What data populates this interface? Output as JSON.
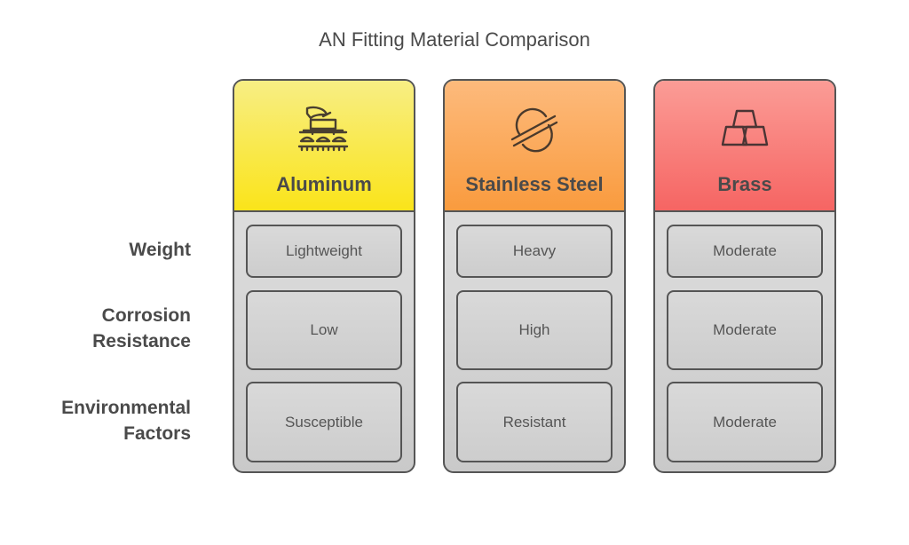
{
  "title": "AN Fitting Material Comparison",
  "row_labels": [
    {
      "line1": "Weight",
      "line2": ""
    },
    {
      "line1": "Corrosion",
      "line2": "Resistance"
    },
    {
      "line1": "Environmental",
      "line2": "Factors"
    }
  ],
  "materials": [
    {
      "name": "Aluminum",
      "icon": "aluminum-machine-icon",
      "header_color_top": "#f8ee84",
      "header_color_bottom": "#fae41a",
      "values": [
        "Lightweight",
        "Low",
        "Susceptible"
      ]
    },
    {
      "name": "Stainless Steel",
      "icon": "steel-orbit-icon",
      "header_color_top": "#fdb97a",
      "header_color_bottom": "#f99b3e",
      "values": [
        "Heavy",
        "High",
        "Resistant"
      ]
    },
    {
      "name": "Brass",
      "icon": "brass-ingots-icon",
      "header_color_top": "#fb9a94",
      "header_color_bottom": "#f66563",
      "values": [
        "Moderate",
        "Moderate",
        "Moderate"
      ]
    }
  ]
}
